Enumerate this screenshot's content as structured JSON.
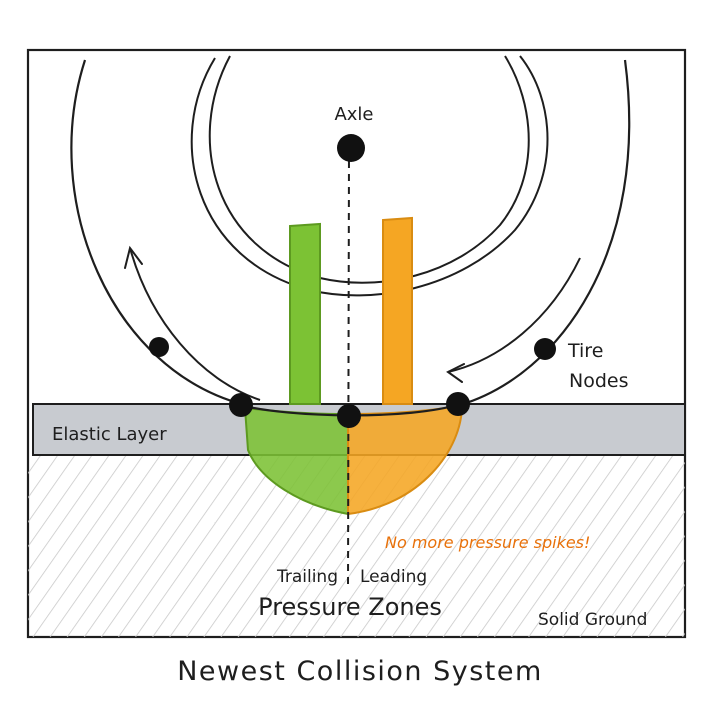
{
  "labels": {
    "axle": "Axle",
    "tire_nodes_line1": "Tire",
    "tire_nodes_line2": "Nodes",
    "elastic_layer": "Elastic Layer",
    "no_spikes": "No more pressure spikes!",
    "trailing": "Trailing",
    "leading": "Leading",
    "pressure_zones": "Pressure Zones",
    "solid_ground": "Solid Ground"
  },
  "caption": "Newest Collision System",
  "colors": {
    "trailing_green": "#7cc234",
    "leading_orange": "#f5a623",
    "spike_text": "#e8710a",
    "elastic_layer": "#c8cbd0",
    "ink": "#1e1e1e"
  }
}
